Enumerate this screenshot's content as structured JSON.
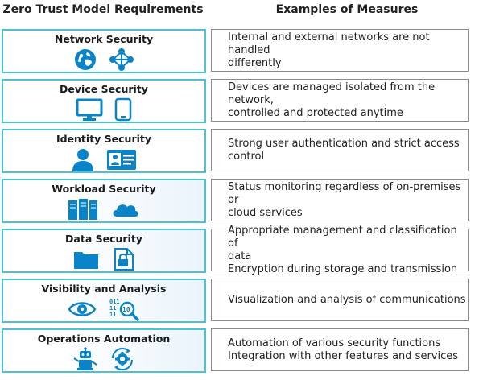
{
  "headers": {
    "left": "Zero Trust Model Requirements",
    "right": "Examples of Measures"
  },
  "colors": {
    "accent": "#0a84c9",
    "border": "#4cc4d0"
  },
  "rows": [
    {
      "title": "Network Security",
      "icons": [
        "globe-icon",
        "network-nodes-icon"
      ],
      "measures": [
        "Internal and external networks are not handled",
        "differently"
      ]
    },
    {
      "title": "Device Security",
      "icons": [
        "monitor-icon",
        "tablet-icon"
      ],
      "measures": [
        "Devices are managed isolated from the network,",
        "controlled and protected anytime"
      ]
    },
    {
      "title": "Identity Security",
      "icons": [
        "user-icon",
        "id-card-icon"
      ],
      "measures": [
        "Strong user authentication and strict access",
        "control"
      ]
    },
    {
      "title": "Workload Security",
      "icons": [
        "servers-icon",
        "cloud-icon"
      ],
      "measures": [
        "Status monitoring regardless of on-premises or",
        "cloud services"
      ]
    },
    {
      "title": "Data Security",
      "icons": [
        "folder-icon",
        "locked-document-icon"
      ],
      "measures": [
        "Appropriate management and classification of",
        "data",
        "Encryption during storage and transmission"
      ]
    },
    {
      "title": "Visibility and Analysis",
      "icons": [
        "eye-icon",
        "binary-magnifier-icon"
      ],
      "measures": [
        "Visualization and analysis of communications"
      ]
    },
    {
      "title": "Operations Automation",
      "icons": [
        "robot-icon",
        "gear-cycle-icon"
      ],
      "measures": [
        "Automation of various security functions",
        "Integration with other features and services"
      ]
    }
  ]
}
